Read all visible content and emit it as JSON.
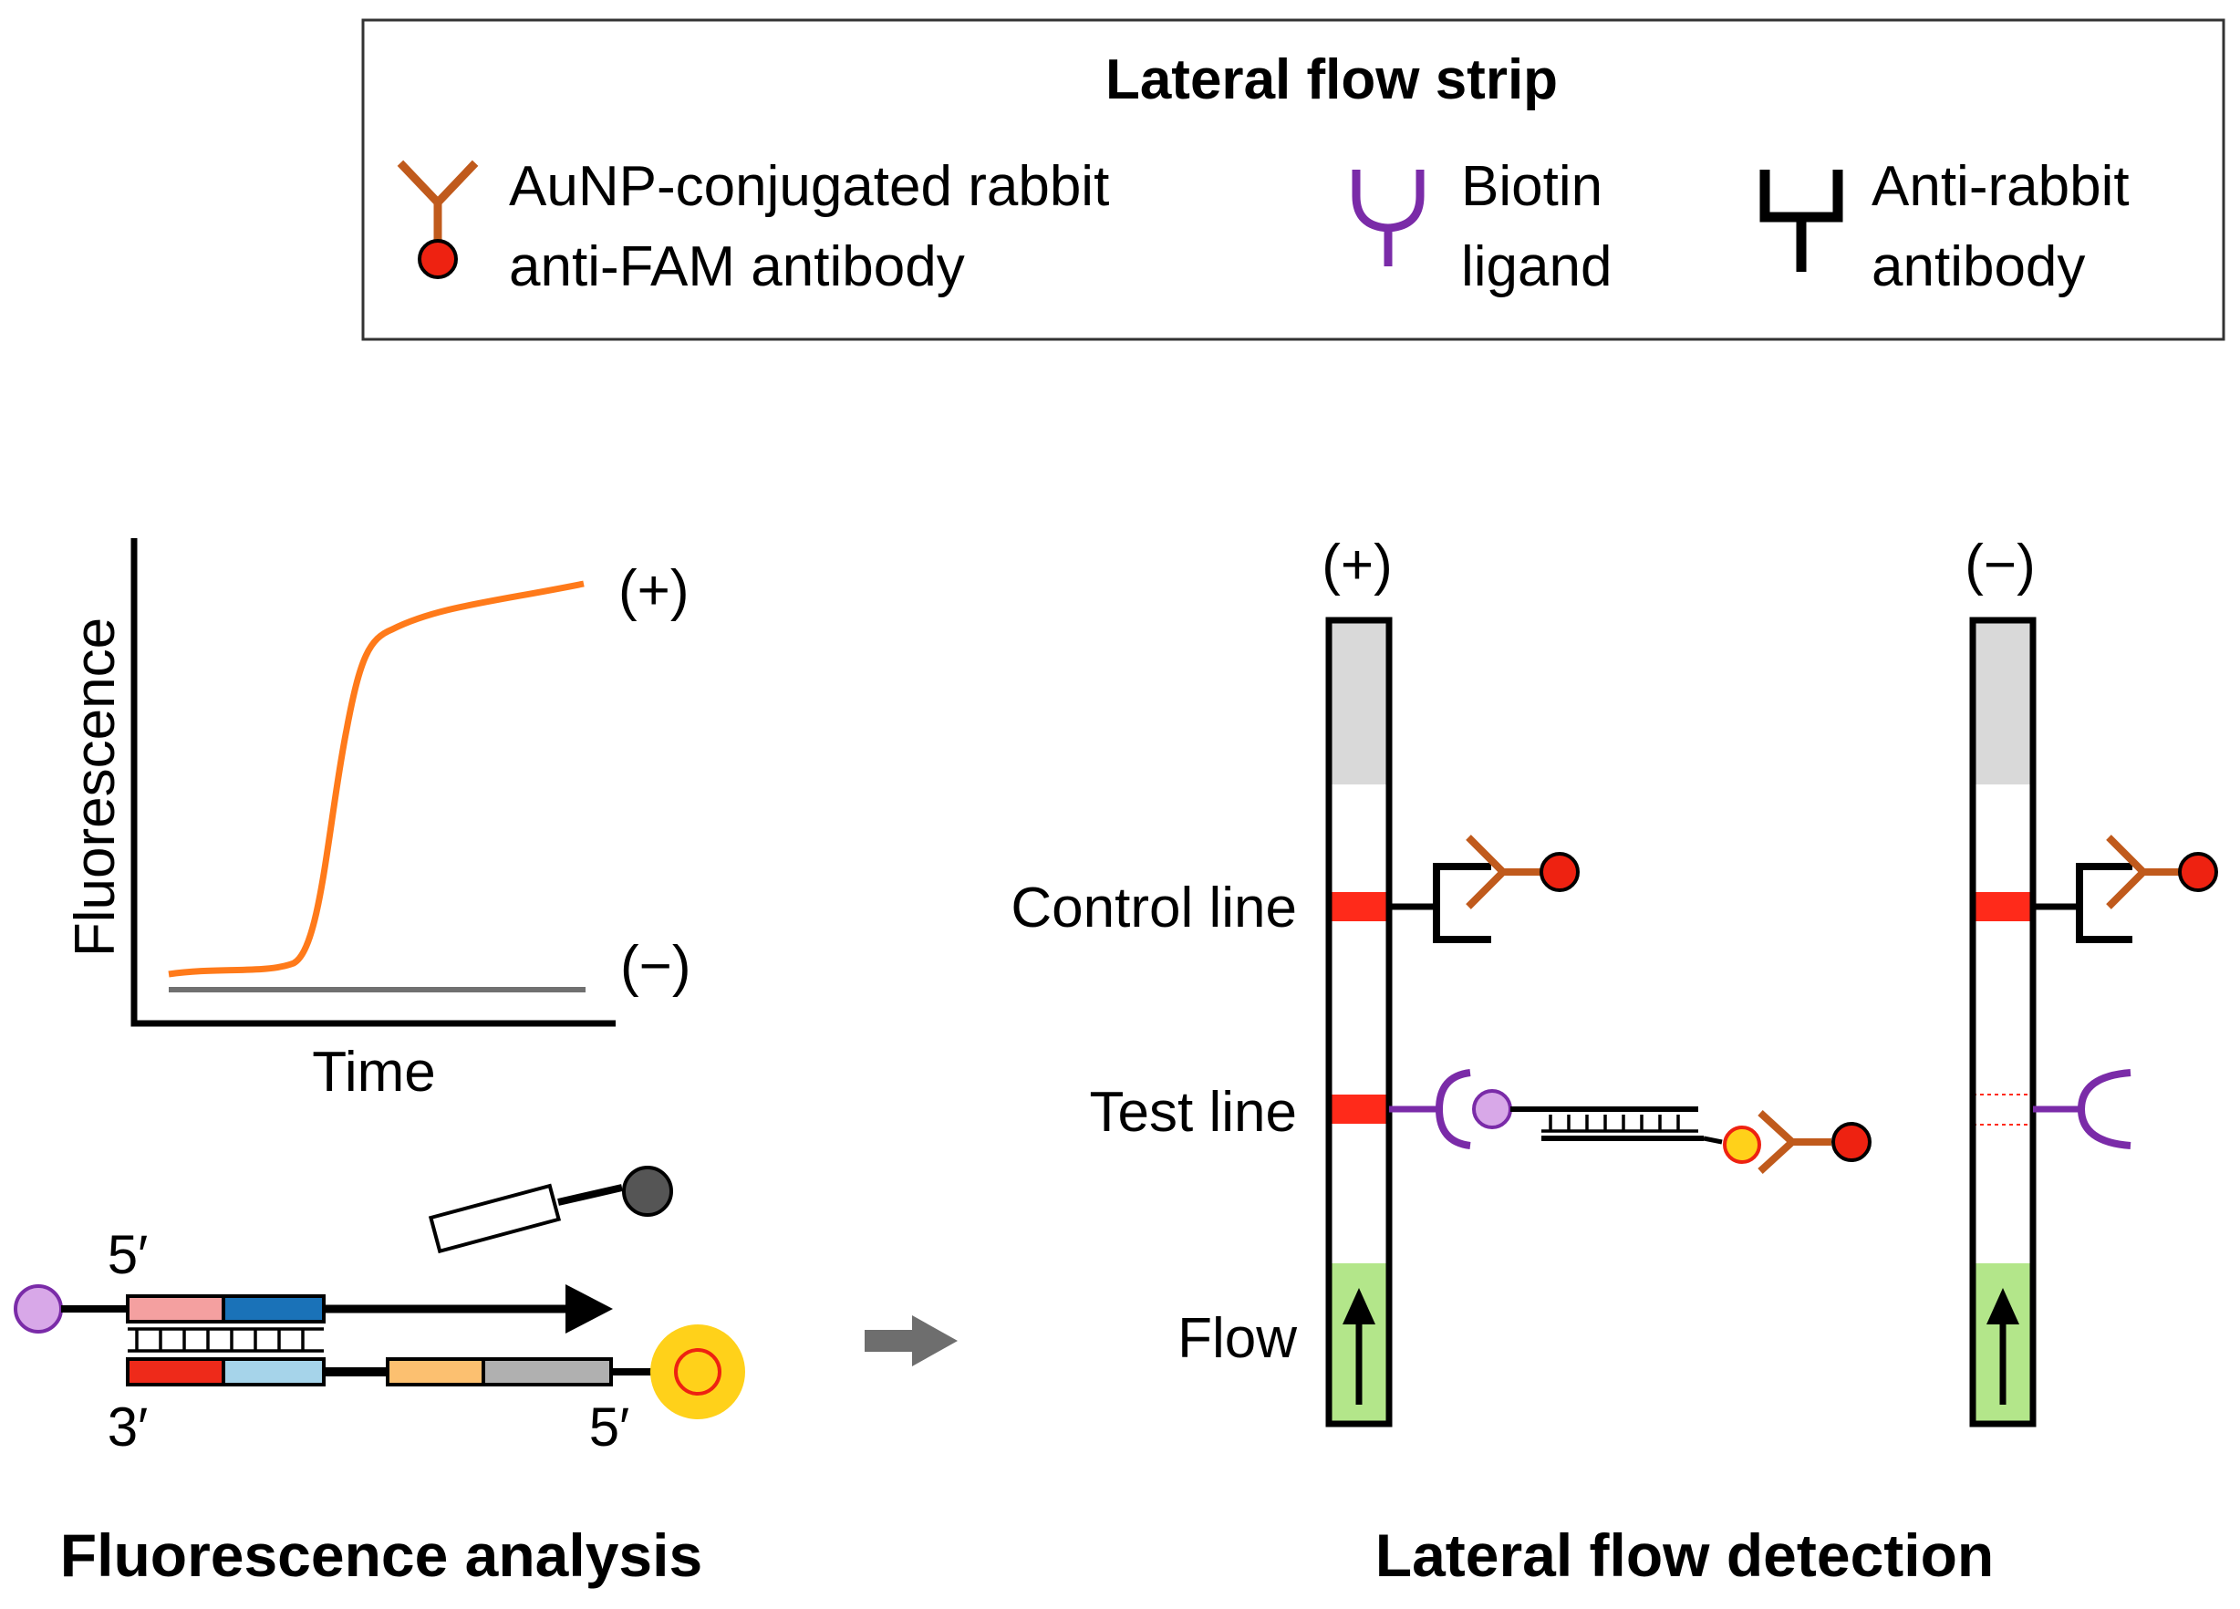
{
  "legend": {
    "title": "Lateral flow strip",
    "items": [
      {
        "lines": [
          "AuNP-conjugated rabbit",
          "anti-FAM antibody"
        ],
        "icon": "aunp-antibody-icon"
      },
      {
        "lines": [
          "Biotin",
          "ligand"
        ],
        "icon": "biotin-ligand-icon"
      },
      {
        "lines": [
          "Anti-rabbit",
          "antibody"
        ],
        "icon": "anti-rabbit-antibody-icon"
      }
    ]
  },
  "fluorescence_panel": {
    "y_axis_label": "Fluorescence",
    "x_axis_label": "Time",
    "positive_label": "(+)",
    "negative_label": "(−)",
    "strand_labels": {
      "top_5": "5′",
      "bottom_3": "3′",
      "bottom_5": "5′"
    },
    "caption": "Fluorescence analysis"
  },
  "lateral_flow_panel": {
    "positive_label": "(+)",
    "negative_label": "(−)",
    "row_labels": {
      "control": "Control line",
      "test": "Test line",
      "flow": "Flow"
    },
    "caption": "Lateral flow detection"
  },
  "colors": {
    "antibody_brown": "#c05a1c",
    "aunp_red": "#ee2211",
    "biotin_purple": "#7a2ba8",
    "biotin_light": "#d8a8e8",
    "fam_yellow": "#ffd11a",
    "curve_orange": "#ff7a1a",
    "baseline_gray": "#707070",
    "strip_line_red": "#ff2a1a",
    "pad_gray": "#d9d9d9",
    "pad_green": "#b3e68a",
    "quencher_gray": "#555555",
    "seg_pink": "#f4a0a0",
    "seg_blue": "#1a72b8",
    "seg_red": "#ee2a1a",
    "seg_lightblue": "#a6d4ea",
    "seg_orange": "#fcc070",
    "seg_gray": "#b0b0b0"
  }
}
